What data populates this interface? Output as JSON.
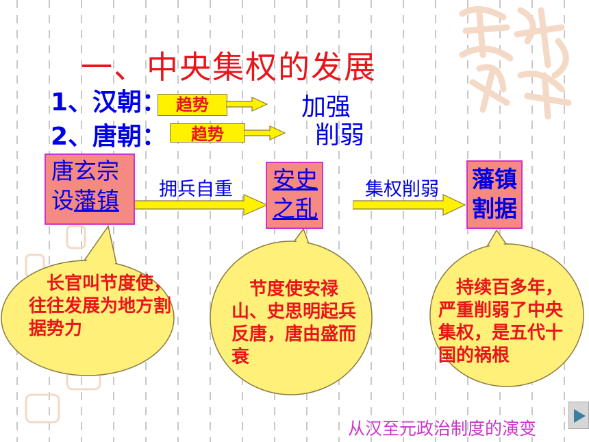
{
  "title": "一、中央集权的发展",
  "rows": [
    {
      "label": "1、汉朝：",
      "trend": "趋势",
      "result": "加强"
    },
    {
      "label": "2、唐朝：",
      "trend": "趋势",
      "result": "削弱"
    }
  ],
  "flow": {
    "box1": {
      "line1": "唐玄宗",
      "line2_prefix": "设",
      "line2_link": "藩镇"
    },
    "arrow1": "拥兵自重",
    "box2": {
      "line1": "安史",
      "line2": "之乱"
    },
    "arrow2": "集权削弱",
    "box3": {
      "line1": "藩镇",
      "line2": "割据"
    }
  },
  "bubbles": [
    {
      "text": "　长官叫节度使，往往发展为地方割据势力"
    },
    {
      "text": "　节度使安禄山、史思明起兵反唐，唐由盛而衰"
    },
    {
      "text": "　持续百多年，严重削弱了中央集权，是五代十国的祸根"
    }
  ],
  "footer": "从汉至元政治制度的演变",
  "nav_icon": "play-triangle-icon",
  "colors": {
    "title": "#e8151b",
    "blue": "#0000e6",
    "box_fill": "#f58a82",
    "box_border": "#cc33cc",
    "bubble_fill": "#fff07a",
    "arrow_fill": "#fff200",
    "footer": "#cc33cc"
  }
}
